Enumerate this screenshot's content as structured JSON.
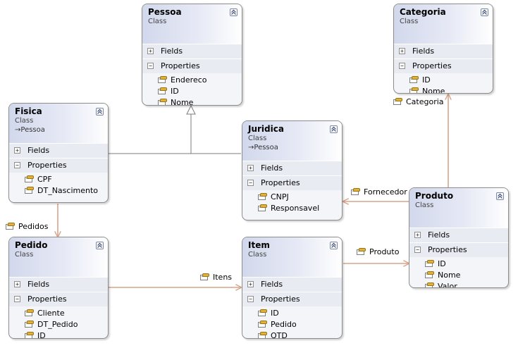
{
  "diagram": {
    "classes": [
      {
        "id": "pessoa",
        "name": "Pessoa",
        "kind": "Class",
        "fields_label": "Fields",
        "properties_label": "Properties",
        "properties": [
          "Endereco",
          "ID",
          "Nome"
        ]
      },
      {
        "id": "categoria",
        "name": "Categoria",
        "kind": "Class",
        "fields_label": "Fields",
        "properties_label": "Properties",
        "properties": [
          "ID",
          "Nome"
        ]
      },
      {
        "id": "fisica",
        "name": "Fisica",
        "kind": "Class",
        "base": "Pessoa",
        "fields_label": "Fields",
        "properties_label": "Properties",
        "properties": [
          "CPF",
          "DT_Nascimento"
        ]
      },
      {
        "id": "juridica",
        "name": "Juridica",
        "kind": "Class",
        "base": "Pessoa",
        "fields_label": "Fields",
        "properties_label": "Properties",
        "properties": [
          "CNPJ",
          "Responsavel"
        ]
      },
      {
        "id": "produto",
        "name": "Produto",
        "kind": "Class",
        "fields_label": "Fields",
        "properties_label": "Properties",
        "properties": [
          "ID",
          "Nome",
          "Valor"
        ]
      },
      {
        "id": "pedido",
        "name": "Pedido",
        "kind": "Class",
        "fields_label": "Fields",
        "properties_label": "Properties",
        "properties": [
          "Cliente",
          "DT_Pedido",
          "ID"
        ]
      },
      {
        "id": "item",
        "name": "Item",
        "kind": "Class",
        "fields_label": "Fields",
        "properties_label": "Properties",
        "properties": [
          "ID",
          "Pedido",
          "QTD"
        ]
      }
    ],
    "associations": [
      {
        "label": "Categoria",
        "from": "produto",
        "to": "categoria"
      },
      {
        "label": "Fornecedor",
        "from": "produto",
        "to": "juridica"
      },
      {
        "label": "Pedidos",
        "from": "fisica",
        "to": "pedido"
      },
      {
        "label": "Itens",
        "from": "pedido",
        "to": "item"
      },
      {
        "label": "Produto",
        "from": "item",
        "to": "produto"
      }
    ],
    "inheritance": [
      {
        "from": "fisica",
        "to": "pessoa"
      },
      {
        "from": "juridica",
        "to": "pessoa"
      }
    ],
    "colors": {
      "association": "#d8a48b",
      "inheritance": "#7c7c7c",
      "header_start": "#d2d8ec",
      "section": "#e9ebf2"
    },
    "icons": {
      "collapse": "double-chevron-up-icon",
      "toggle_collapsed": "plus-box-icon",
      "toggle_expanded": "minus-box-icon",
      "property": "property-icon",
      "base": "arrow-right-icon"
    }
  }
}
